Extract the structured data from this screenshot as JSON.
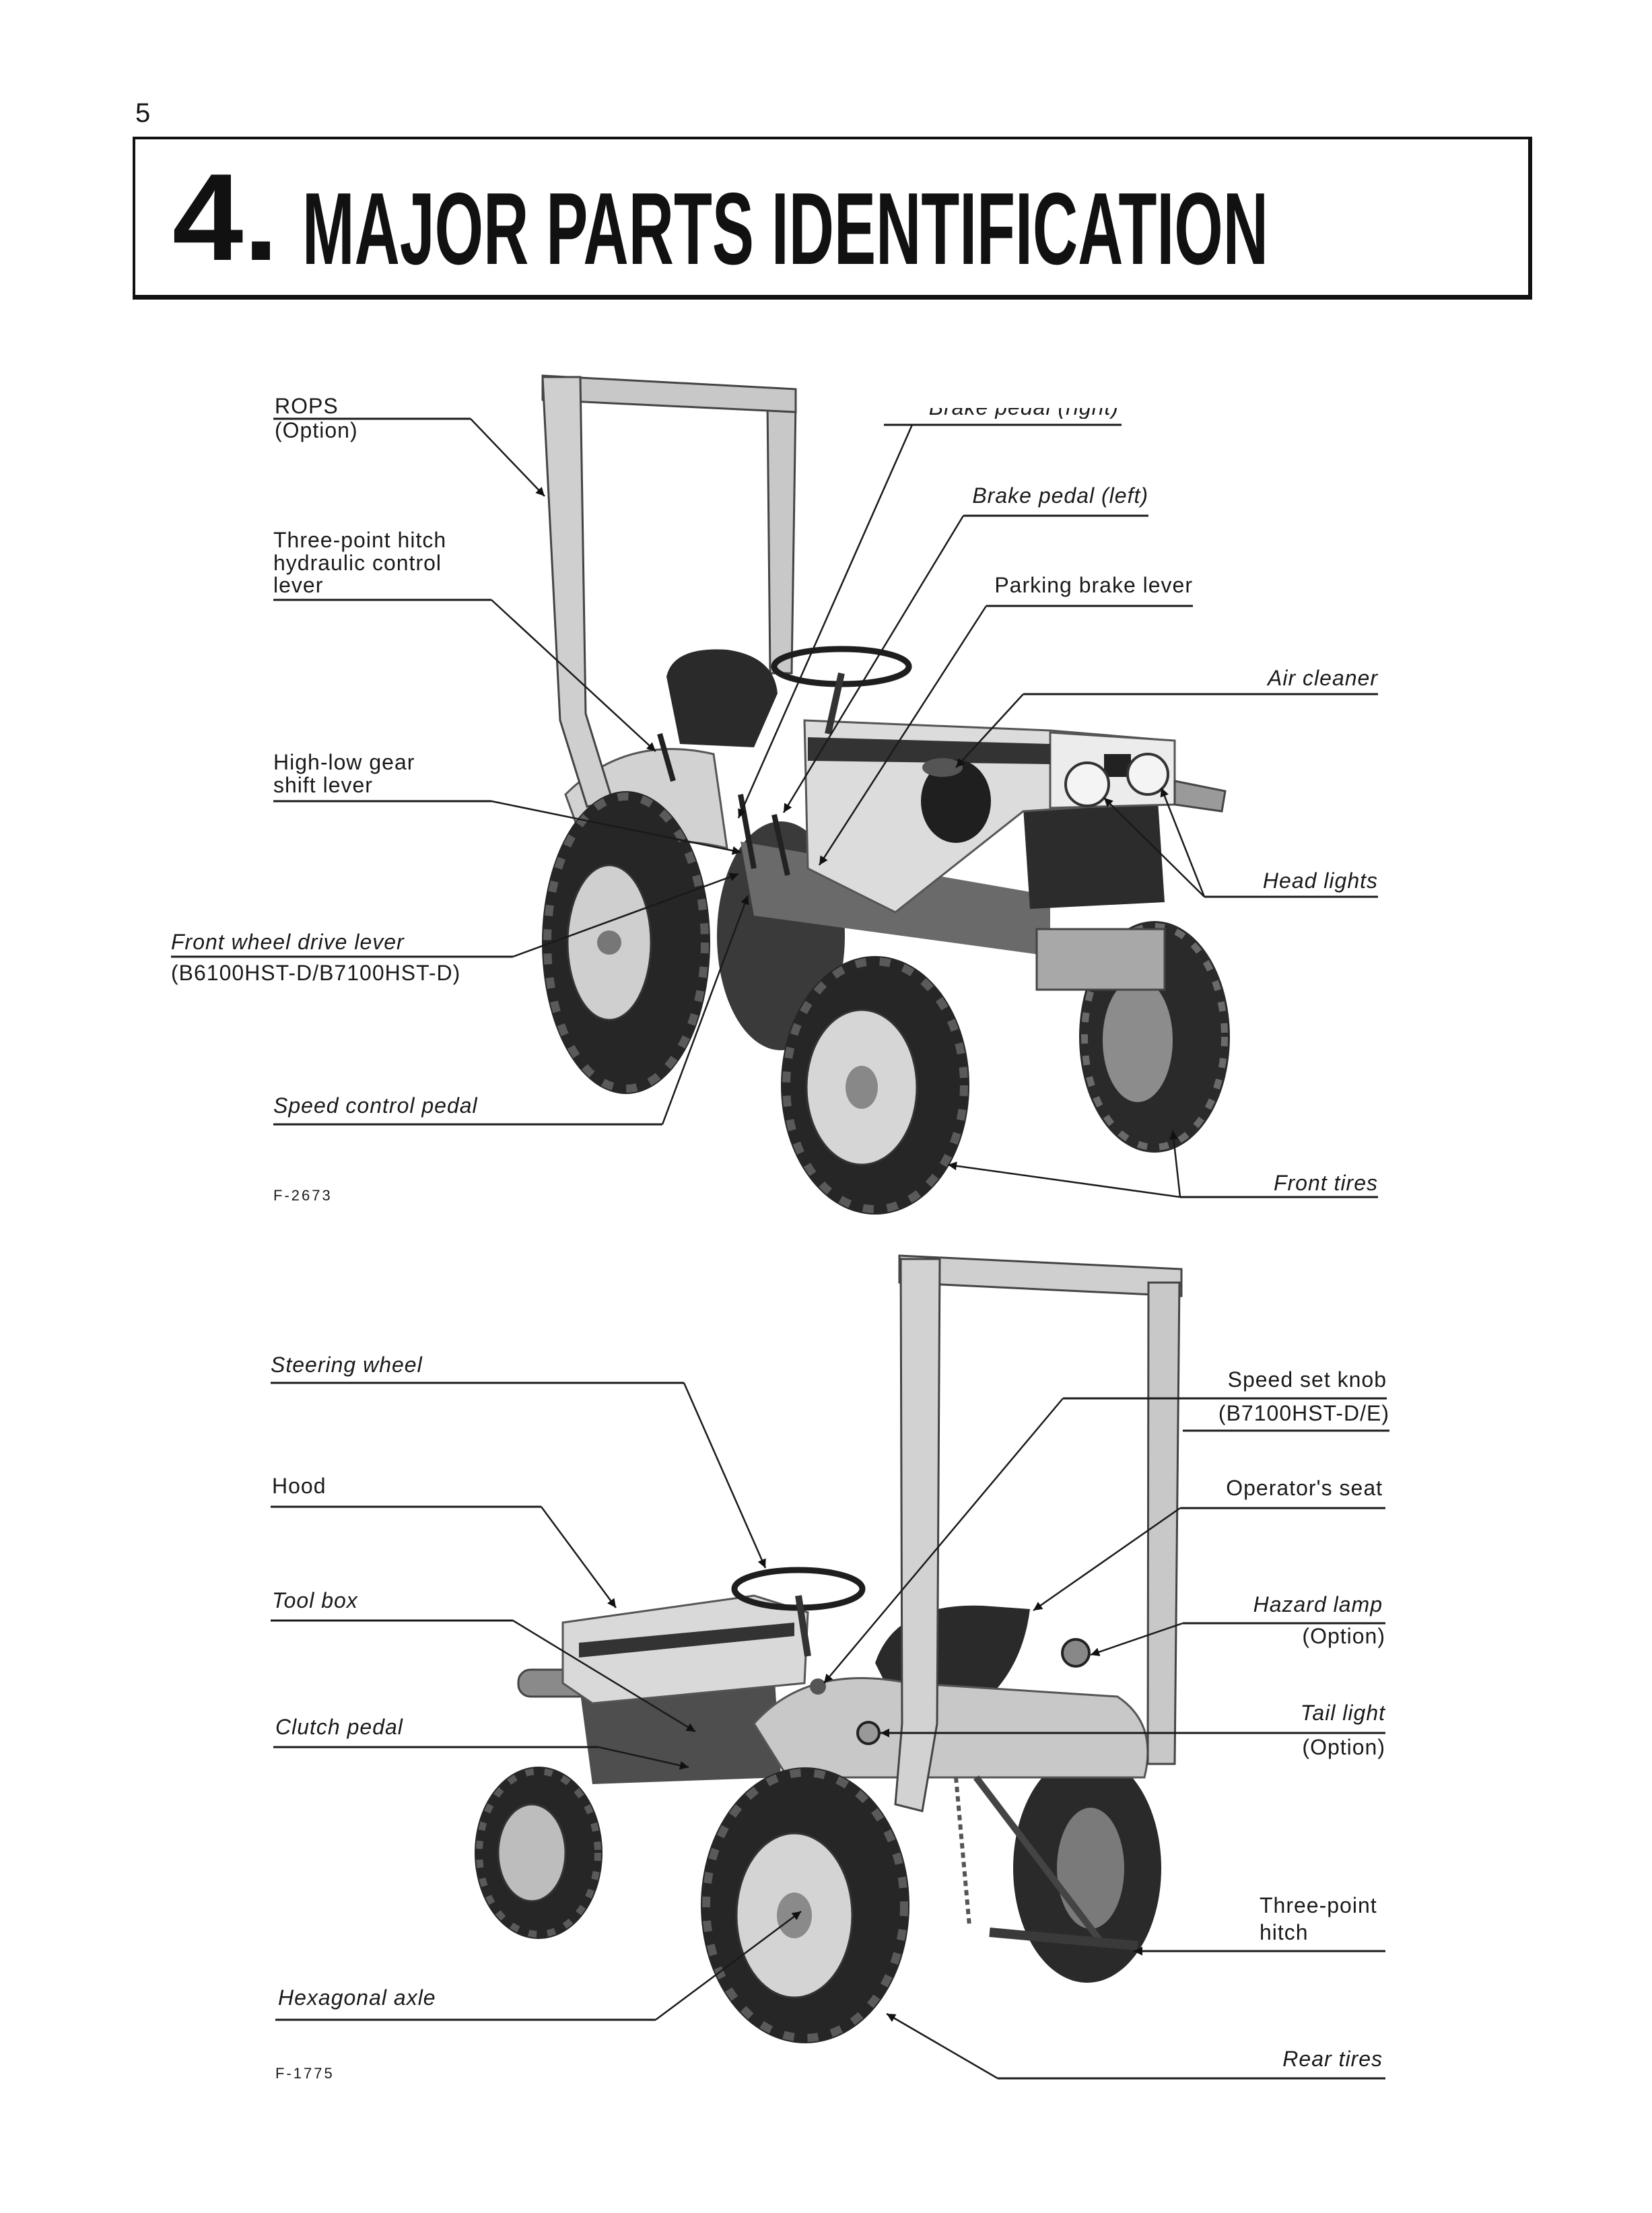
{
  "page": {
    "number": "5"
  },
  "header": {
    "section_number": "4.",
    "title": "MAJOR PARTS IDENTIFICATION"
  },
  "figure1": {
    "code": "F-2673",
    "rops": [
      "ROPS",
      "(Option)"
    ],
    "brake_pedal_right": "Brake pedal (right)",
    "brake_pedal_left": "Brake pedal (left)",
    "three_point_hitch_control": [
      "Three-point hitch",
      "hydraulic control",
      "lever"
    ],
    "parking_brake_lever": "Parking brake lever",
    "air_cleaner": "Air cleaner",
    "high_low_shift": [
      "High-low gear",
      "shift lever"
    ],
    "head_lights": "Head lights",
    "front_wheel_drive_lever": [
      "Front wheel drive lever",
      "(B6100HST-D/B7100HST-D)"
    ],
    "speed_control_pedal": "Speed control pedal",
    "front_tires": "Front tires"
  },
  "figure2": {
    "code": "F-1775",
    "steering_wheel": "Steering wheel",
    "speed_set_knob": [
      "Speed set knob",
      "(B7100HST-D/E)"
    ],
    "hood": "Hood",
    "operators_seat": "Operator's seat",
    "tool_box": "Tool box",
    "hazard_lamp": [
      "Hazard lamp",
      "(Option)"
    ],
    "clutch_pedal": "Clutch pedal",
    "tail_light": [
      "Tail light",
      "(Option)"
    ],
    "three_point_hitch": [
      "Three-point",
      "hitch"
    ],
    "hexagonal_axle": "Hexagonal axle",
    "rear_tires": "Rear tires"
  }
}
